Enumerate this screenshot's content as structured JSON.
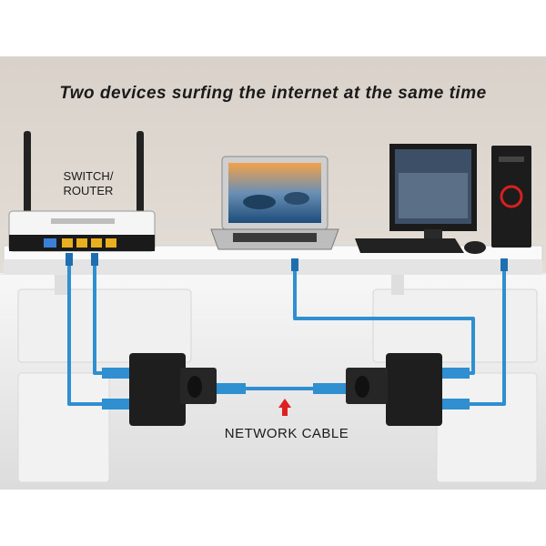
{
  "title": "Two devices surfing the internet at the same time",
  "labels": {
    "router_line1": "SWITCH/",
    "router_line2": "ROUTER",
    "cable": "NETWORK CABLE"
  },
  "nodes": [
    {
      "id": "router",
      "icon": "router-icon"
    },
    {
      "id": "laptop",
      "icon": "laptop-icon"
    },
    {
      "id": "desktop",
      "icon": "desktop-computer-icon"
    },
    {
      "id": "splitter-left",
      "icon": "rj45-splitter-icon"
    },
    {
      "id": "splitter-right",
      "icon": "rj45-splitter-icon"
    }
  ],
  "edges": [
    {
      "from": "router",
      "to": "splitter-left"
    },
    {
      "from": "router",
      "to": "splitter-left"
    },
    {
      "from": "splitter-left",
      "to": "splitter-right",
      "label_key": "cable"
    },
    {
      "from": "splitter-right",
      "to": "laptop"
    },
    {
      "from": "splitter-right",
      "to": "desktop"
    }
  ],
  "colors": {
    "cable": "#2f8fd0",
    "cable_dark": "#1f6fb0",
    "arrow": "#e02020",
    "splitter": "#1e1e1e",
    "wall": "#e6e2dc",
    "shelf": "#f4f4f4"
  }
}
